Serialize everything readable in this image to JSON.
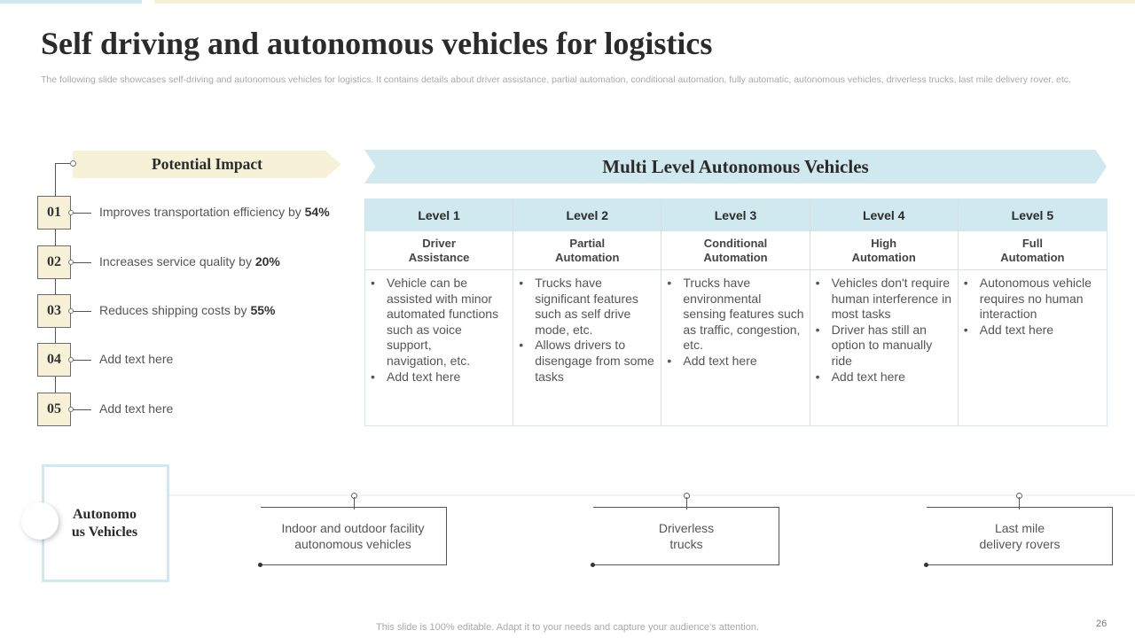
{
  "title": "Self driving and autonomous vehicles for logistics",
  "subtitle": "The following slide showcases self-driving and autonomous vehicles for logistics. It contains details about driver assistance, partial automation, conditional automation, fully automatic, autonomous vehicles, driverless trucks, last mile delivery rover,  etc.",
  "potential_impact": {
    "heading": "Potential Impact",
    "items": [
      {
        "num": "01",
        "text": "Improves transportation efficiency by ",
        "value": "54%"
      },
      {
        "num": "02",
        "text": "Increases service quality by ",
        "value": "20%"
      },
      {
        "num": "03",
        "text": "Reduces shipping costs by ",
        "value": "55%"
      },
      {
        "num": "04",
        "text": "Add text here",
        "value": ""
      },
      {
        "num": "05",
        "text": "Add text here",
        "value": ""
      }
    ]
  },
  "multi_level": {
    "heading": "Multi Level Autonomous  Vehicles",
    "levels": [
      {
        "level": "Level 1",
        "name": "Driver\nAssistance",
        "bullets": [
          "Vehicle can be assisted with minor automated functions such as voice support,\n navigation, etc.",
          "Add text here"
        ]
      },
      {
        "level": "Level 2",
        "name": "Partial\nAutomation",
        "bullets": [
          "Trucks have significant features such as self drive mode, etc.",
          "Allows drivers to disengage from some tasks"
        ]
      },
      {
        "level": "Level 3",
        "name": "Conditional\nAutomation",
        "bullets": [
          "Trucks have environmental sensing features such as traffic, congestion, etc.",
          "Add text here"
        ]
      },
      {
        "level": "Level 4",
        "name": "High\nAutomation",
        "bullets": [
          "Vehicles don't require human interference in most tasks",
          "Driver has still an option to manually ride",
          "Add text here"
        ]
      },
      {
        "level": "Level 5",
        "name": "Full\nAutomation",
        "bullets": [
          "Autonomous vehicle requires no human interaction",
          "Add text here"
        ]
      }
    ]
  },
  "autonomous_vehicles": {
    "title": "Autonomo\nus Vehicles",
    "items": [
      {
        "text": "Indoor and outdoor facility\nautonomous vehicles"
      },
      {
        "text": "Driverless\ntrucks"
      },
      {
        "text": "Last mile\ndelivery rovers"
      }
    ]
  },
  "footer": "This slide is 100% editable. Adapt it to your needs and capture your audience's attention.",
  "page_number": "26",
  "colors": {
    "accent_blue": "#cfe9ee",
    "accent_cream": "#f7f1d8"
  }
}
